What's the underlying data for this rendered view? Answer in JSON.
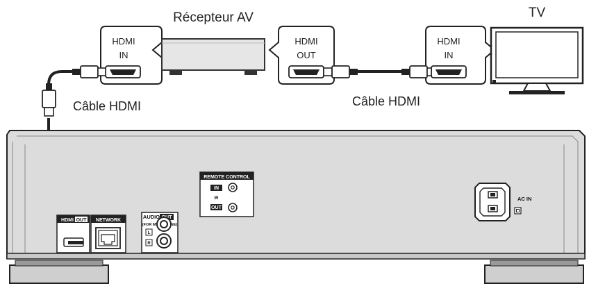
{
  "labels": {
    "receiver": "Récepteur AV",
    "tv": "TV",
    "cable_left": "Câble HDMI",
    "cable_right": "Câble HDMI"
  },
  "bubbles": {
    "receiver_in": {
      "line1": "HDMI",
      "line2": "IN"
    },
    "receiver_out": {
      "line1": "HDMI",
      "line2": "OUT"
    },
    "tv_in": {
      "line1": "HDMI",
      "line2": "IN"
    }
  },
  "panel": {
    "hdmi_out_label": "HDMI",
    "hdmi_out_tag": "OUT",
    "network_label": "NETWORK",
    "audio_label": "AUDIO",
    "audio_tag": "OUT",
    "audio_sub": "(FOR MULTI-ZONE)",
    "audio_l": "L",
    "audio_r": "R",
    "remote_title": "REMOTE CONTROL",
    "remote_in": "IN",
    "remote_ir": "IR",
    "remote_out": "OUT",
    "ac_in": "AC IN"
  }
}
